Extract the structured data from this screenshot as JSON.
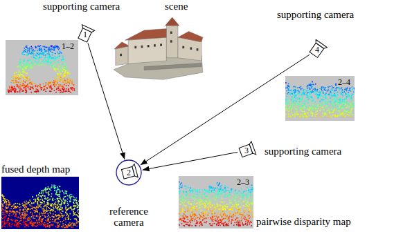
{
  "diagram": {
    "nodes": [
      {
        "text": [
          "supporting camera",
          "1"
        ]
      },
      {
        "text": [
          "scene"
        ]
      },
      {
        "text": [
          "supporting camera",
          "4"
        ]
      },
      {
        "text": [
          "1–2"
        ]
      },
      {
        "text": [
          "2–4"
        ]
      },
      {
        "text": [
          "3",
          "supporting camera"
        ]
      },
      {
        "text": [
          "fused depth map"
        ]
      },
      {
        "text": [
          "2–3"
        ]
      },
      {
        "text": [
          "2",
          "reference camera"
        ]
      }
    ],
    "edges": [
      {
        "from": 0,
        "to": 8,
        "arrow": "to"
      },
      {
        "from": 2,
        "to": 8,
        "arrow": "to"
      },
      {
        "from": 5,
        "to": 8,
        "arrow": "to"
      }
    ],
    "labels": [
      "pairwise disparity map"
    ]
  }
}
